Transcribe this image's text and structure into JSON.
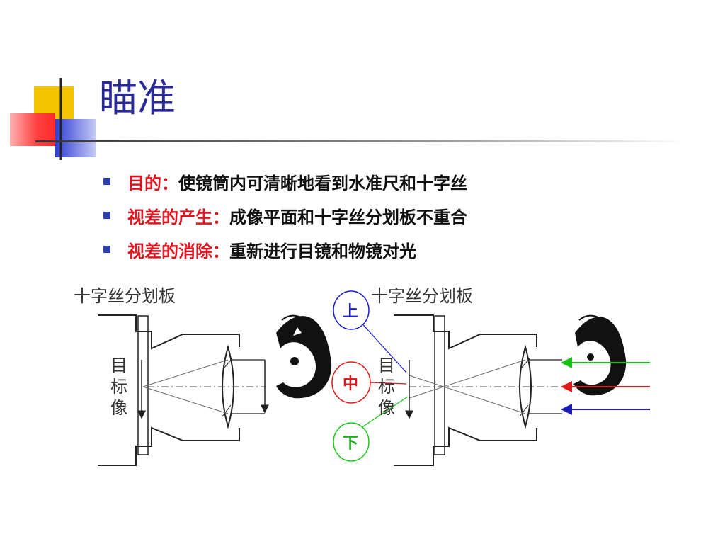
{
  "slide": {
    "title": "瞄准",
    "bullets": [
      {
        "key": "目的：",
        "text": "使镜筒内可清晰地看到水准尺和十字丝"
      },
      {
        "key": "视差的产生：",
        "text": "成像平面和十字丝分划板不重合"
      },
      {
        "key": "视差的消除：",
        "text": "重新进行目镜和物镜对光"
      }
    ]
  },
  "diagram": {
    "left": {
      "reticle_label": "十字丝分划板",
      "image_label": [
        "目",
        "标",
        "像"
      ]
    },
    "right": {
      "reticle_label": "十字丝分划板",
      "image_label": [
        "目",
        "标",
        "像"
      ]
    },
    "positions": {
      "top": "上",
      "middle": "中",
      "bottom": "下"
    }
  },
  "colors": {
    "title": "#2a2a96",
    "bullet": "#2d3fb0",
    "keyword": "#e0141e",
    "deco_yellow": "#f5c400",
    "deco_red": "#ff3b3b",
    "deco_blue": "#2f3fd6",
    "pos_top": "#1a1ad6",
    "pos_middle": "#e01a1a",
    "pos_bottom": "#1ac81a"
  }
}
